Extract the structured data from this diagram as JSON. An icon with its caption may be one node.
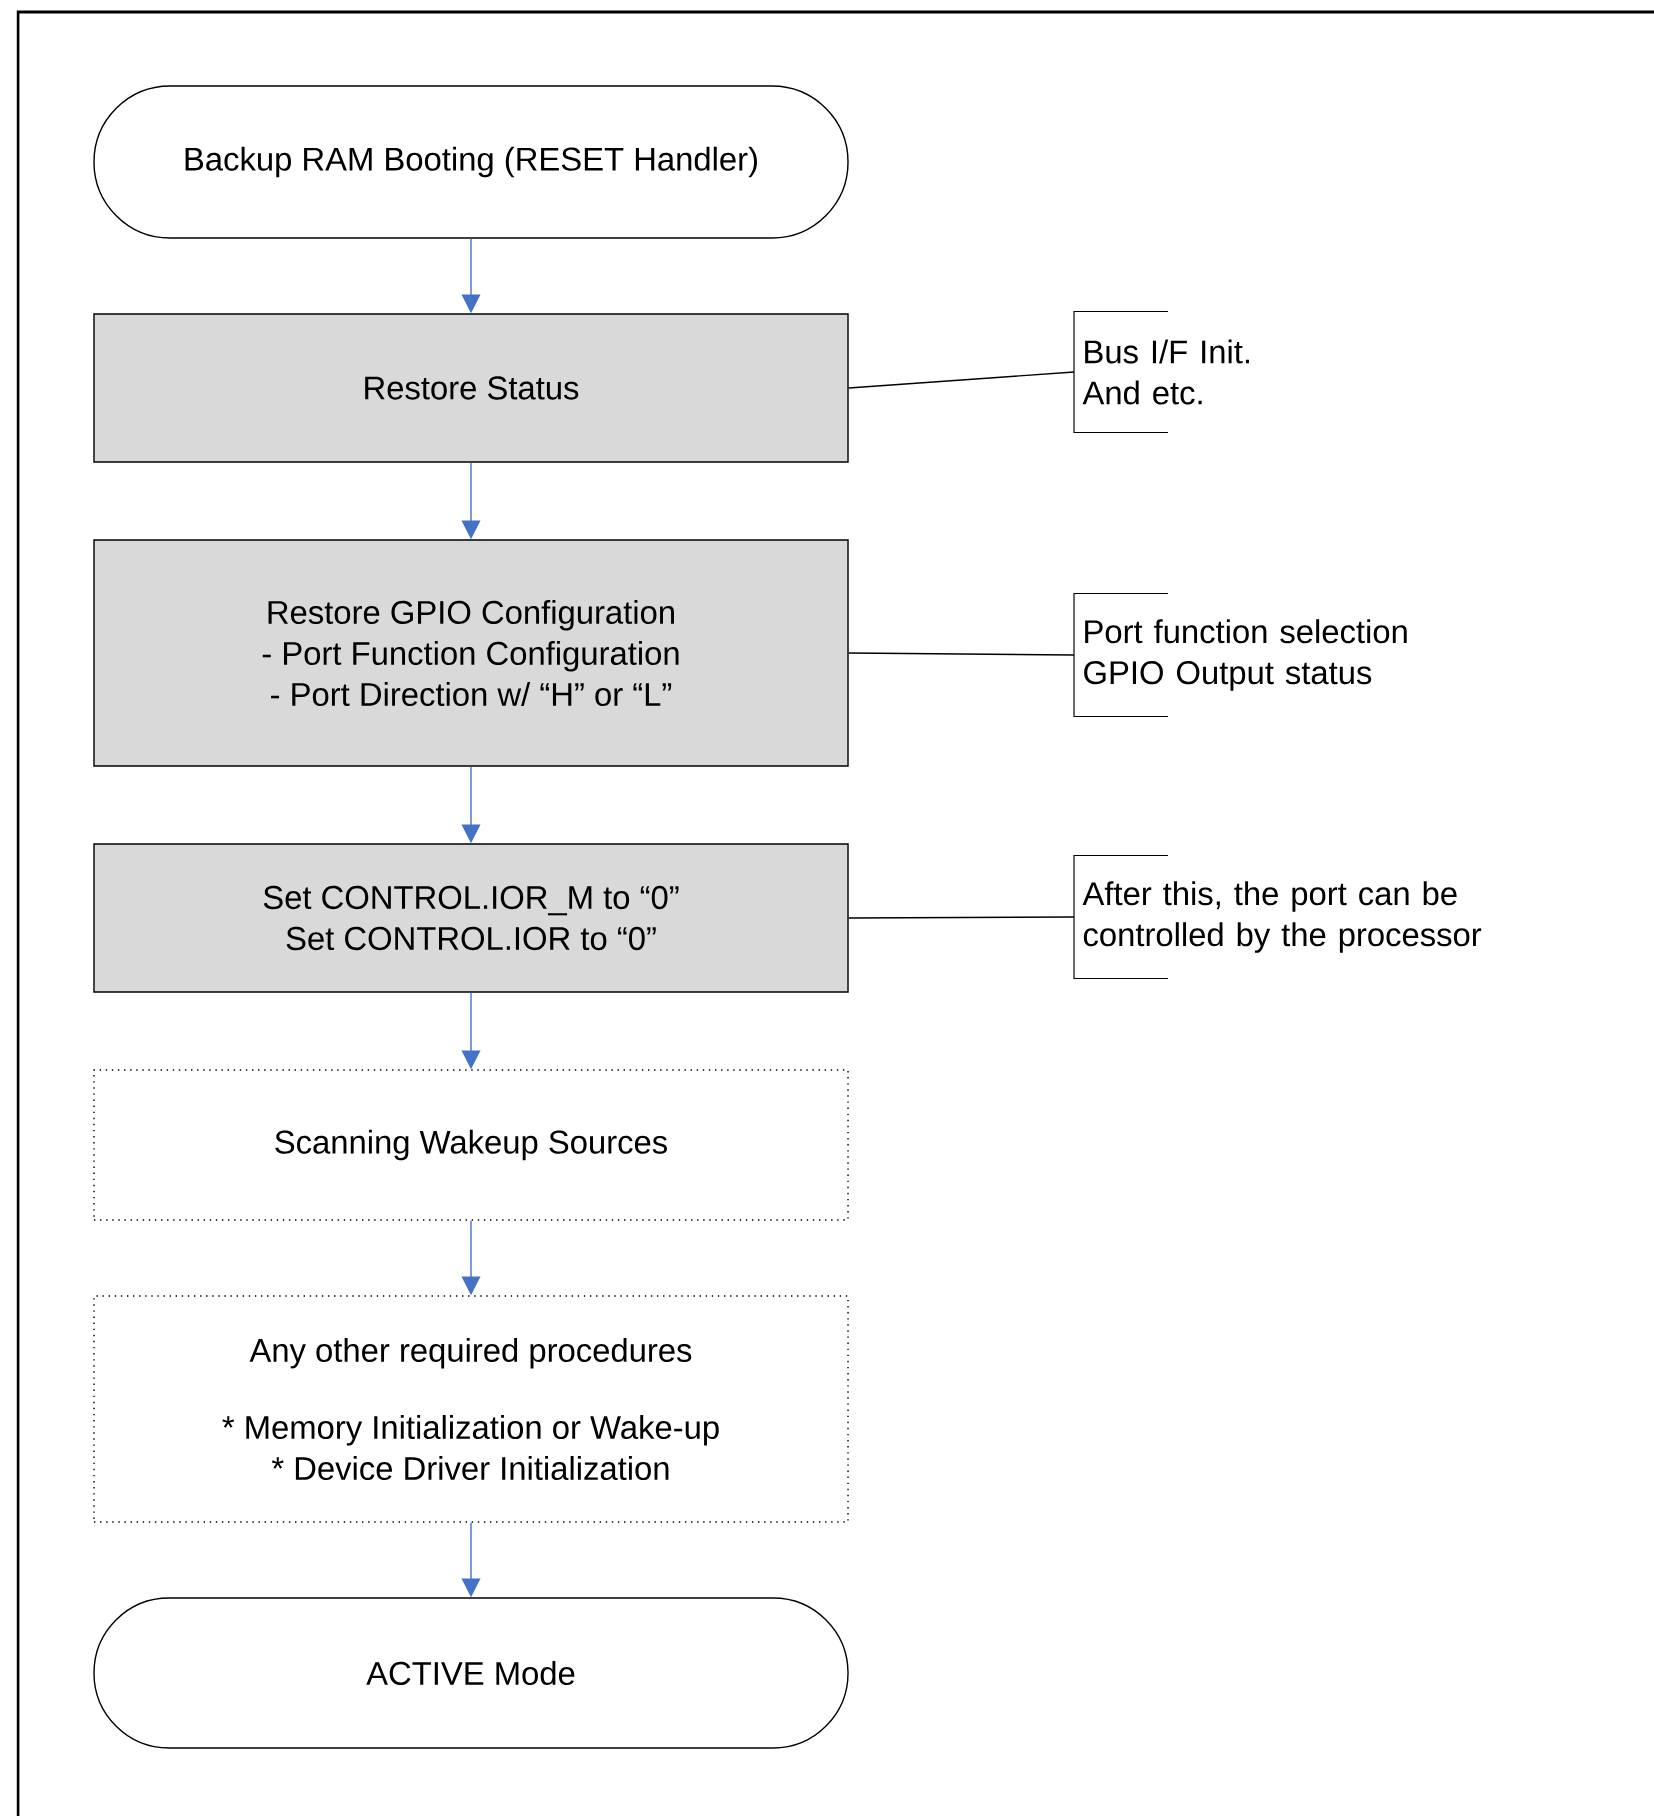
{
  "diagram": {
    "nodes": [
      {
        "text": [
          "Backup RAM Booting (RESET Handler)"
        ]
      },
      {
        "text": [
          "Restore Status"
        ]
      },
      {
        "text": [
          "Restore GPIO Configuration",
          "- Port Function Configuration",
          "- Port Direction w/ “H” or “L”"
        ]
      },
      {
        "text": [
          "Set CONTROL.IOR_M to “0”",
          "Set CONTROL.IOR to “0”"
        ]
      },
      {
        "text": [
          "Scanning Wakeup Sources"
        ]
      },
      {
        "text": [
          "Any other required procedures",
          "* Memory Initialization or Wake-up",
          "* Device Driver Initialization"
        ]
      },
      {
        "text": [
          "ACTIVE Mode"
        ]
      },
      {
        "text": [
          "Bus I/F Init.",
          "And etc."
        ]
      },
      {
        "text": [
          "Port function selection",
          "GPIO Output status"
        ]
      },
      {
        "text": [
          "After this, the port can be controlled by the processor"
        ]
      }
    ],
    "edges": [
      {
        "from": 0,
        "to": 1,
        "arrow": "to"
      },
      {
        "from": 1,
        "to": 2,
        "arrow": "to"
      },
      {
        "from": 2,
        "to": 3,
        "arrow": "to"
      },
      {
        "from": 3,
        "to": 4,
        "arrow": "to"
      },
      {
        "from": 4,
        "to": 5,
        "arrow": "to"
      },
      {
        "from": 5,
        "to": 6,
        "arrow": "to"
      },
      {
        "from": 1,
        "to": 7,
        "arrow": "none",
        "color": "#000000"
      },
      {
        "from": 2,
        "to": 8,
        "arrow": "none",
        "color": "#000000"
      },
      {
        "from": 3,
        "to": 9,
        "arrow": "none",
        "color": "#000000"
      }
    ]
  }
}
